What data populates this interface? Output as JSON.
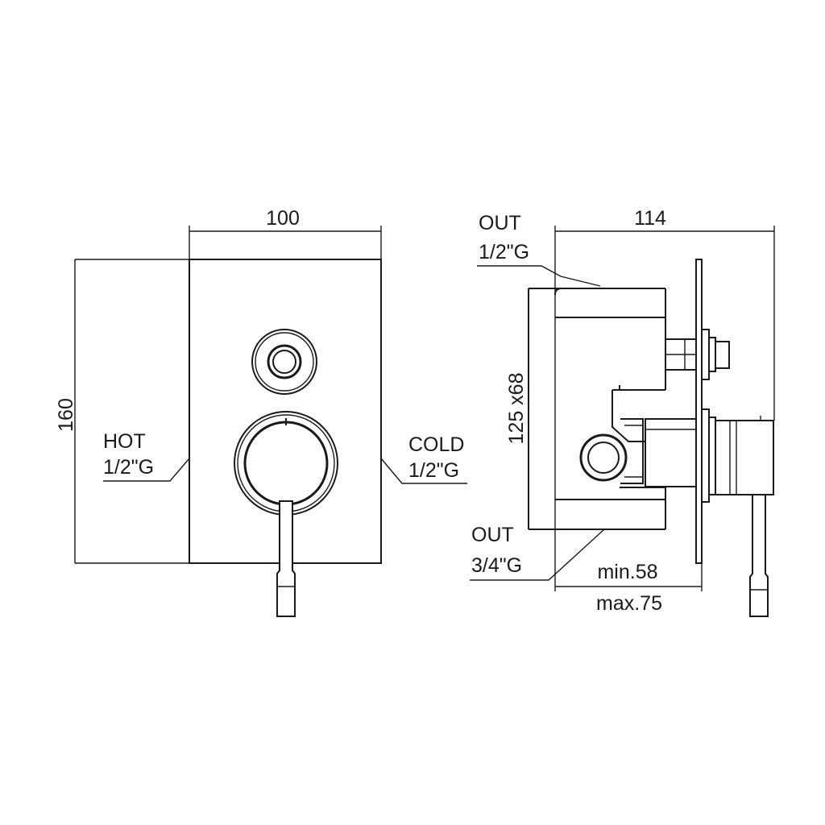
{
  "front_view": {
    "width_dimension": "100",
    "height_dimension": "160",
    "hot_label": "HOT",
    "hot_size": "1/2\"G",
    "cold_label": "COLD",
    "cold_size": "1/2\"G"
  },
  "side_view": {
    "depth_dimension": "114",
    "box_dimension": "125 x68",
    "out_top_label": "OUT",
    "out_top_size": "1/2\"G",
    "out_bottom_label": "OUT",
    "out_bottom_size": "3/4\"G",
    "min_dimension": "min.58",
    "max_dimension": "max.75"
  }
}
